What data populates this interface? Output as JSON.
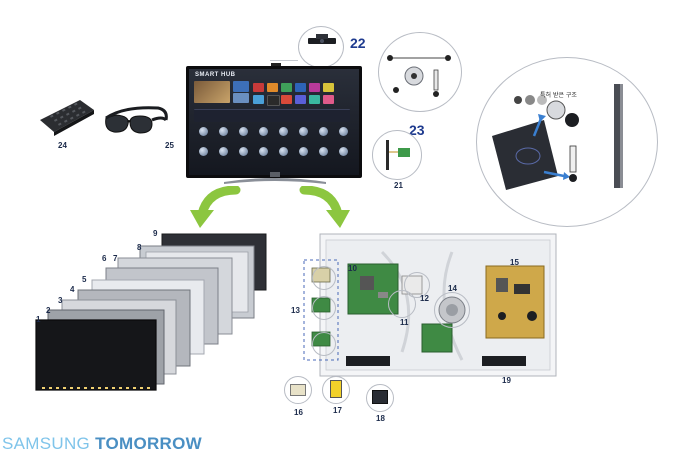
{
  "brand": {
    "name_a": "SAMSUNG",
    "name_b": "TOMORROW"
  },
  "tv": {
    "screen_title": "SMART HUB"
  },
  "detail_note": "특허 받은 구조",
  "part_numbers": [
    "1",
    "2",
    "3",
    "4",
    "5",
    "6",
    "7",
    "8",
    "9",
    "10",
    "11",
    "12",
    "13",
    "14",
    "15",
    "16",
    "17",
    "18",
    "19",
    "21",
    "22",
    "23",
    "24",
    "25"
  ],
  "colors": {
    "number_text": "#1b2a4a",
    "callout_number": "#1f3b8f",
    "arrow_green": "#8cc63f",
    "brand_light": "#7fc4ea",
    "brand_dark": "#4a8fc3"
  }
}
